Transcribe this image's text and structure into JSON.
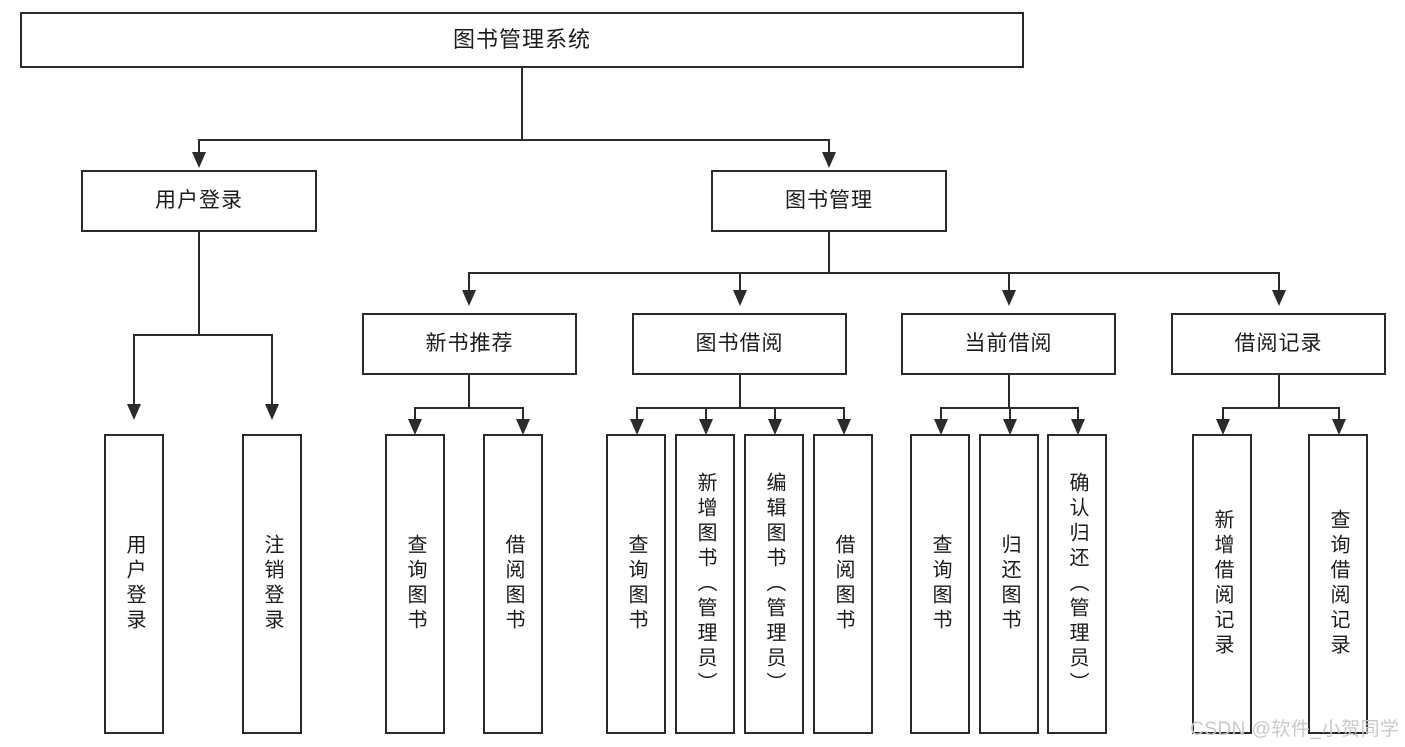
{
  "diagram": {
    "type": "tree",
    "title": "图书管理系统",
    "root": {
      "label": "图书管理系统"
    },
    "level2": [
      {
        "label": "用户登录"
      },
      {
        "label": "图书管理"
      }
    ],
    "level3": [
      {
        "label": "新书推荐"
      },
      {
        "label": "图书借阅"
      },
      {
        "label": "当前借阅"
      },
      {
        "label": "借阅记录"
      }
    ],
    "leaves": {
      "user_login": [
        {
          "label": "用户登录"
        },
        {
          "label": "注销登录"
        }
      ],
      "new_book_recommend": [
        {
          "label": "查询图书"
        },
        {
          "label": "借阅图书"
        }
      ],
      "book_borrow": [
        {
          "label": "查询图书"
        },
        {
          "label": "新增图书（管理员）"
        },
        {
          "label": "编辑图书（管理员）"
        },
        {
          "label": "借阅图书"
        }
      ],
      "current_borrow": [
        {
          "label": "查询图书"
        },
        {
          "label": "归还图书"
        },
        {
          "label": "确认归还（管理员）"
        }
      ],
      "borrow_record": [
        {
          "label": "新增借阅记录"
        },
        {
          "label": "查询借阅记录"
        }
      ]
    }
  },
  "watermark": {
    "text": "CSDN @软件_小贺同学"
  },
  "colors": {
    "border": "#2b2b2b",
    "background": "#ffffff",
    "text": "#1b1b1b",
    "watermark": "#c9c9c9"
  }
}
